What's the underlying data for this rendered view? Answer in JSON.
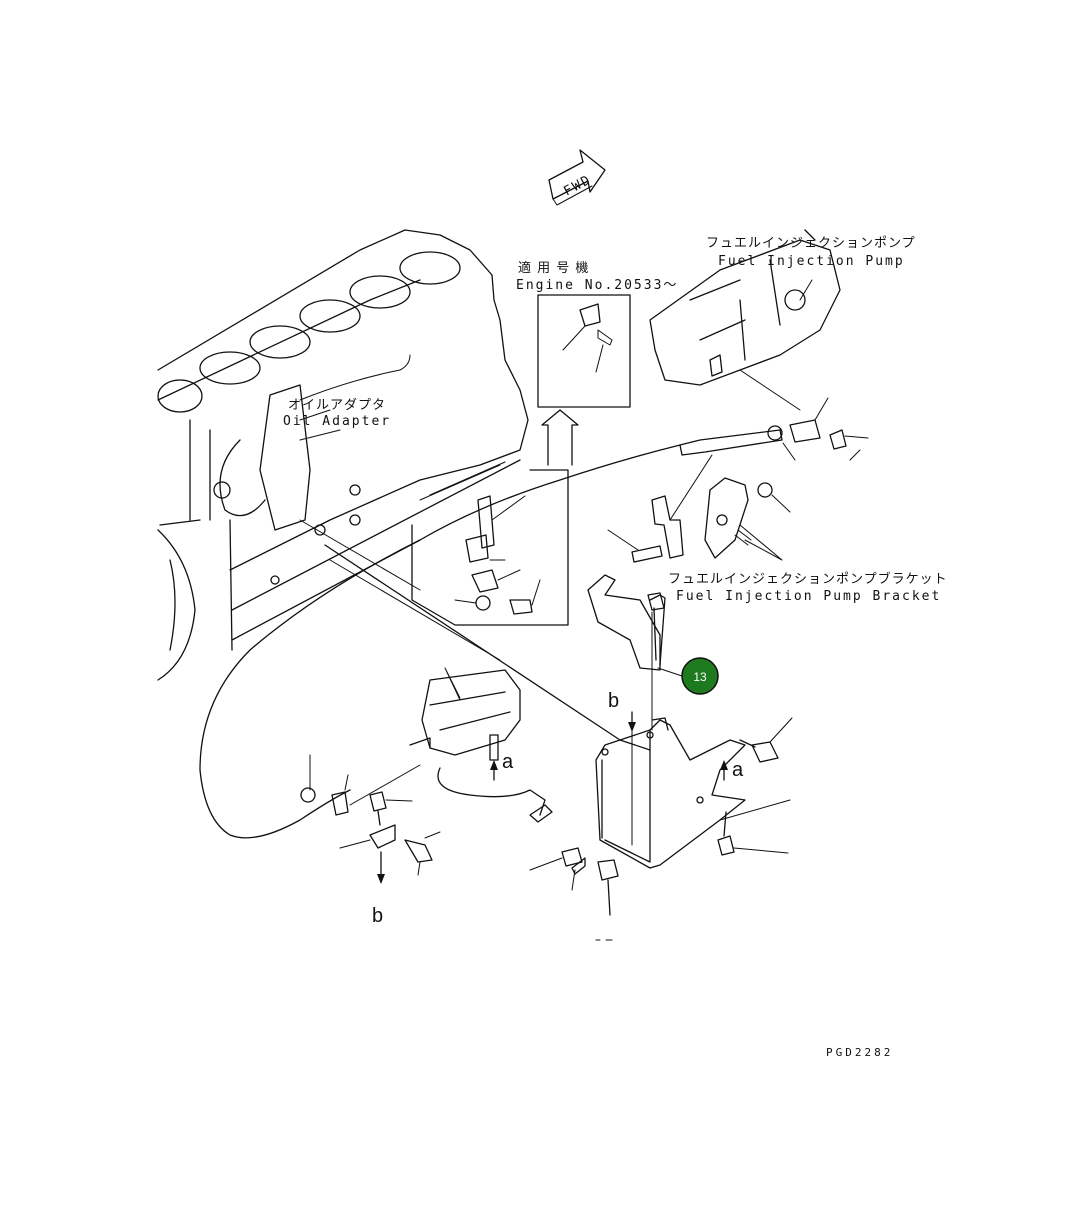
{
  "labels": {
    "fwd": "FWD",
    "applicable_jp": "適 用 号 機",
    "engine_no": "Engine No.20533～",
    "fuel_pump_jp": "フュエルインジェクションポンプ",
    "fuel_pump_en": "Fuel Injection Pump",
    "oil_adapter_jp": "オイルアダプタ",
    "oil_adapter_en": "Oil Adapter",
    "bracket_jp": "フュエルインジェクションポンプブラケット",
    "bracket_en": "Fuel Injection Pump Bracket",
    "arrow_a_1": "a",
    "arrow_a_2": "a",
    "arrow_b_1": "b",
    "arrow_b_2": "b",
    "drawing_code": "PGD2282"
  },
  "callouts": [
    {
      "number": "13",
      "color": "#1e7a1e"
    }
  ]
}
